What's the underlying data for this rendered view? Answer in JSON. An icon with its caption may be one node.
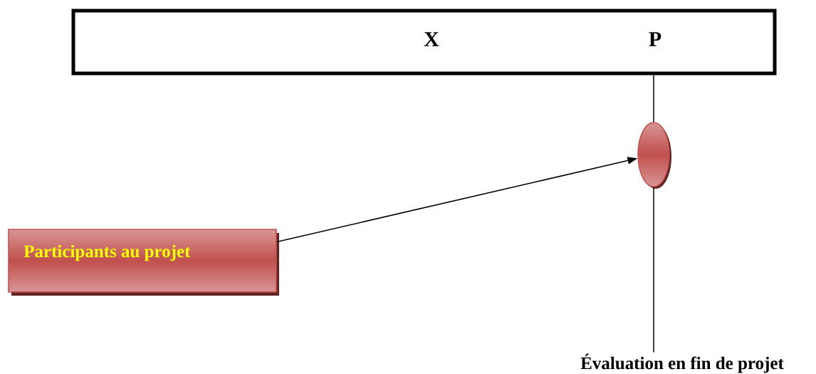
{
  "diagram": {
    "nodes": [
      {
        "text": [
          "X",
          "P"
        ]
      },
      {
        "text": [],
        "shape": "ellipse"
      },
      {
        "text": [
          "Participants au projet"
        ]
      },
      {
        "text": [
          "Évaluation en fin de projet"
        ]
      }
    ],
    "edges": [
      {
        "from": 0,
        "to": 1,
        "arrow": "none"
      },
      {
        "from": 1,
        "to": 3,
        "arrow": "none"
      },
      {
        "from": 2,
        "to": 1,
        "arrow": "to"
      }
    ]
  }
}
